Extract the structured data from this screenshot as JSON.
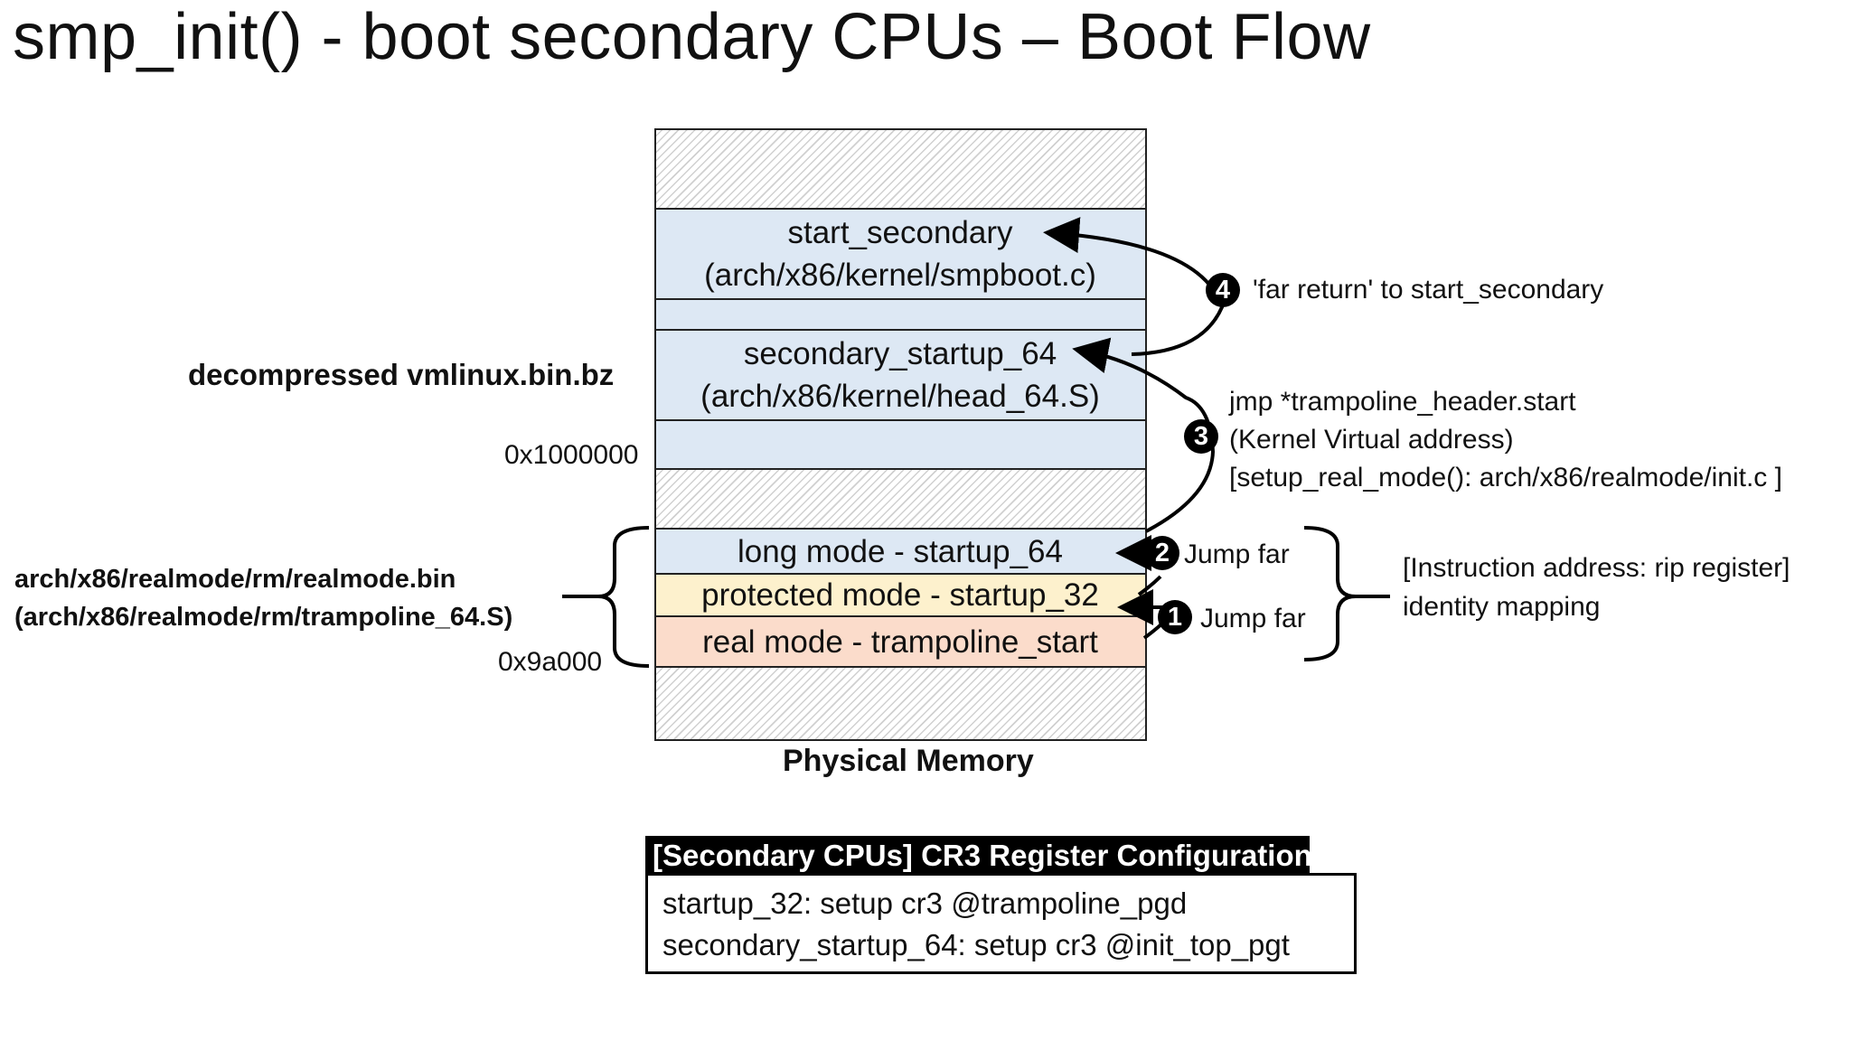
{
  "title": "smp_init() - boot secondary CPUs – Boot Flow",
  "memory": {
    "caption": "Physical Memory",
    "blocks": [
      {
        "line1": "",
        "line2": ""
      },
      {
        "line1": "start_secondary",
        "line2": "(arch/x86/kernel/smpboot.c)"
      },
      {
        "line1": "",
        "line2": ""
      },
      {
        "line1": "secondary_startup_64",
        "line2": "(arch/x86/kernel/head_64.S)"
      },
      {
        "line1": "",
        "line2": ""
      },
      {
        "line1": "",
        "line2": ""
      },
      {
        "line1": "long mode - startup_64",
        "line2": ""
      },
      {
        "line1": "protected mode - startup_32",
        "line2": ""
      },
      {
        "line1": "real mode - trampoline_start",
        "line2": ""
      },
      {
        "line1": "",
        "line2": ""
      }
    ]
  },
  "left_labels": {
    "vmlinux": "decompressed vmlinux.bin.bz",
    "addr_high": "0x1000000",
    "realmode_bin": "arch/x86/realmode/rm/realmode.bin",
    "trampoline_src": "(arch/x86/realmode/rm/trampoline_64.S)",
    "addr_low": "0x9a000"
  },
  "steps": [
    {
      "num": "1",
      "text": "Jump far"
    },
    {
      "num": "2",
      "text": "Jump far"
    },
    {
      "num": "3",
      "lines": [
        "jmp *trampoline_header.start",
        "(Kernel Virtual address)",
        "[setup_real_mode(): arch/x86/realmode/init.c ]"
      ]
    },
    {
      "num": "4",
      "text": "'far return' to start_secondary"
    }
  ],
  "right_note": {
    "line1": "[Instruction address: rip register]",
    "line2": "identity mapping"
  },
  "cr3_config": {
    "heading": "[Secondary CPUs] CR3 Register Configuration",
    "lines": [
      "startup_32: setup cr3 @trampoline_pgd",
      "secondary_startup_64: setup cr3 @init_top_pgt"
    ]
  },
  "colors": {
    "blue_block": "#dde8f4",
    "yellow_block": "#fdf1cd",
    "peach_block": "#fbdccb",
    "hatch": "#d0d0d0"
  }
}
